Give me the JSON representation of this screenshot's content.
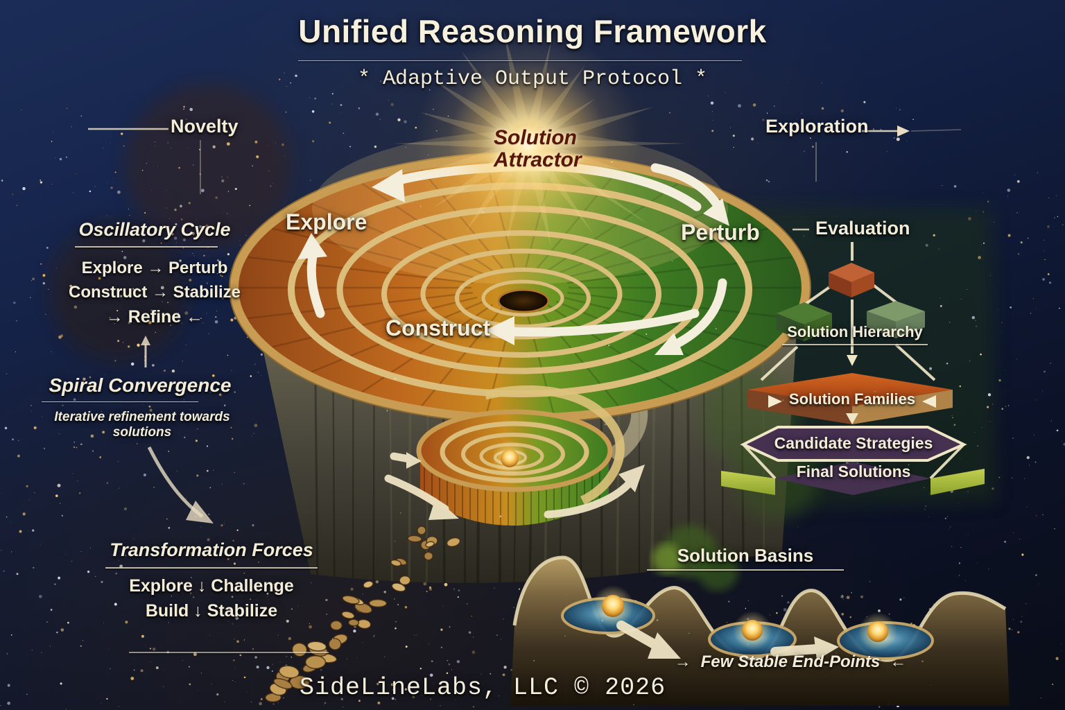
{
  "header": {
    "title": "Unified Reasoning Framework",
    "subtitle": "* Adaptive Output Protocol *"
  },
  "callouts": {
    "novelty": "Novelty",
    "exploration": "Exploration"
  },
  "attractor": {
    "line1": "Solution",
    "line2": "Attractor"
  },
  "disk": {
    "explore": "Explore",
    "perturb": "Perturb",
    "construct": "Construct"
  },
  "left_panel": {
    "oscillatory": {
      "title": "Oscillatory Cycle",
      "line1": "Explore → Perturb",
      "line2": "Construct → Stabilize",
      "line3": "→ Refine ←"
    },
    "convergence": {
      "title": "Spiral Convergence",
      "subtitle": "Iterative refinement towards solutions"
    },
    "forces": {
      "title": "Transformation Forces",
      "line1": "Explore ↓ Challenge",
      "line2": "Build ↓ Stabilize"
    }
  },
  "right_panel": {
    "evaluation": "Evaluation",
    "hierarchy_title": "Solution Hierarchy",
    "families": "Solution Families",
    "strategies": "Candidate Strategies",
    "finals": "Final Solutions"
  },
  "basins": {
    "title": "Solution Basins",
    "caption": "Few Stable End-Points",
    "arrow_left": "→",
    "arrow_right": "←"
  },
  "footer": {
    "credit": "SideLineLabs, LLC © 2026"
  },
  "colors": {
    "background_navy": "#16254a",
    "cream_text": "#f2ecd9",
    "attractor_maroon": "#581609",
    "gold_ring": "#dcbe7c",
    "disk_orange": "#bb5e1d",
    "disk_green": "#3f7a24",
    "families_orange": "#c2571f",
    "strategies_purple": "#463151",
    "finals_green": "#a8b83a",
    "pool_blue": "#2d5f82",
    "orb_gold": "#f0b94a"
  }
}
